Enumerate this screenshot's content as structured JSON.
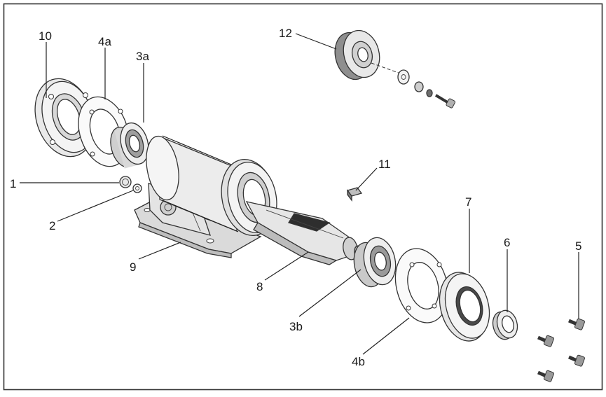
{
  "labels": {
    "p10": "10",
    "p4a": "4a",
    "p3a": "3a",
    "p12": "12",
    "p1": "1",
    "p2": "2",
    "p11": "11",
    "p7": "7",
    "p6": "6",
    "p5": "5",
    "p9": "9",
    "p8": "8",
    "p3b": "3b",
    "p4b": "4b"
  }
}
